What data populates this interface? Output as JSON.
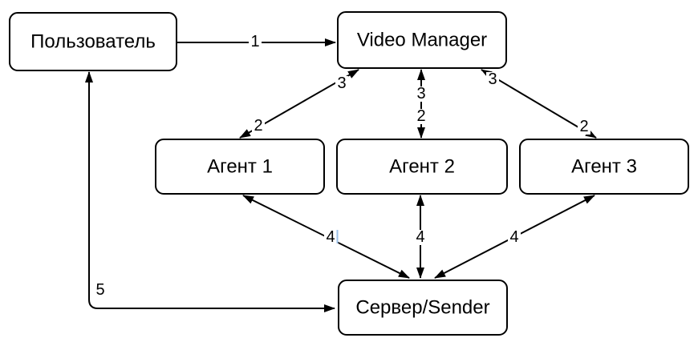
{
  "diagram": {
    "colors": {
      "background": "#ffffff",
      "line": "#000000",
      "node_fill": "#ffffff",
      "node_border": "#000000",
      "text": "#000000",
      "text_cursor": "#9dc1e8"
    },
    "nodes": {
      "user": {
        "label": "Пользователь"
      },
      "video_manager": {
        "label": "Video Manager"
      },
      "agent1": {
        "label": "Агент 1"
      },
      "agent2": {
        "label": "Агент 2"
      },
      "agent3": {
        "label": "Агент 3"
      },
      "server": {
        "label": "Сервер/Sender"
      }
    },
    "edges": {
      "user_vm": {
        "label": "1"
      },
      "vm_agent1": {
        "to_vm": "3",
        "to_agent": "2"
      },
      "vm_agent2": {
        "to_vm": "3",
        "to_agent": "2"
      },
      "vm_agent3": {
        "to_vm": "3",
        "to_agent": "2"
      },
      "agent1_server": {
        "label": "4"
      },
      "agent2_server": {
        "label": "4"
      },
      "agent3_server": {
        "label": "4"
      },
      "server_user": {
        "label": "5"
      }
    }
  }
}
